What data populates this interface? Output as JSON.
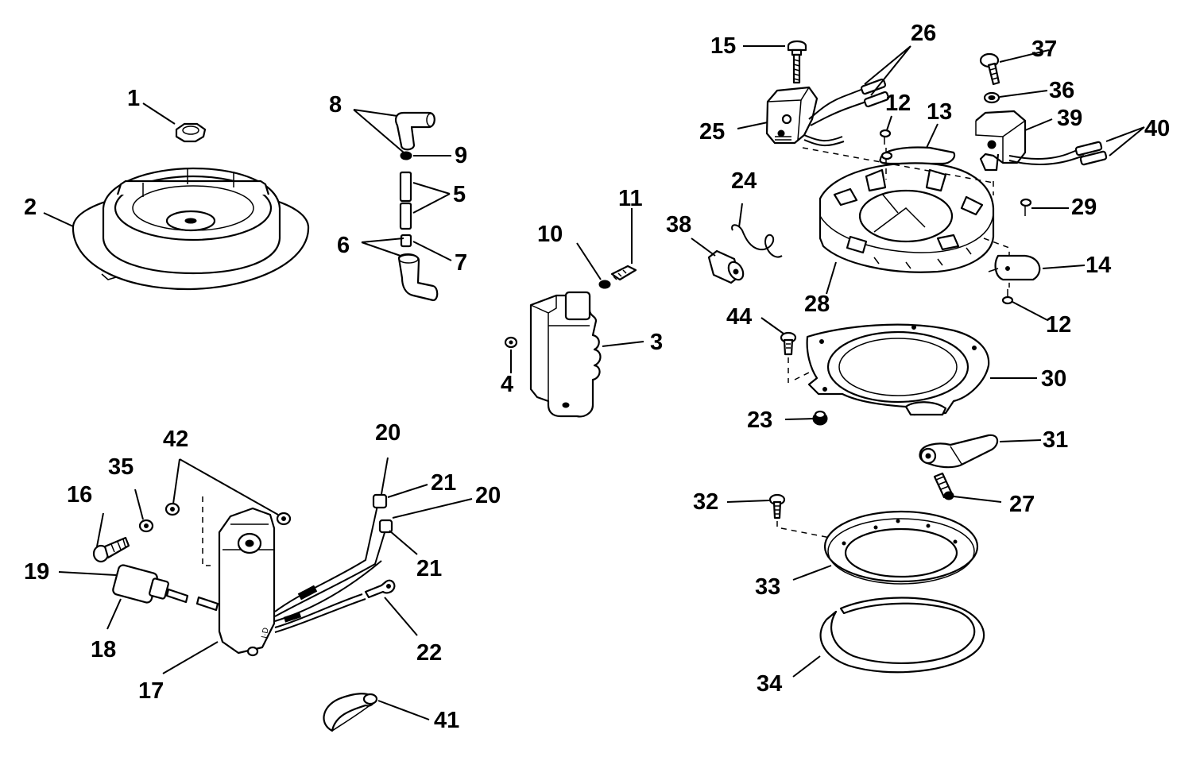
{
  "callouts": {
    "c1": "1",
    "c2": "2",
    "c3": "3",
    "c4": "4",
    "c5": "5",
    "c6": "6",
    "c7": "7",
    "c8": "8",
    "c9": "9",
    "c10": "10",
    "c11": "11",
    "c12a": "12",
    "c12b": "12",
    "c13": "13",
    "c14": "14",
    "c15": "15",
    "c16": "16",
    "c17": "17",
    "c18": "18",
    "c19": "19",
    "c20a": "20",
    "c20b": "20",
    "c21a": "21",
    "c21b": "21",
    "c22": "22",
    "c23": "23",
    "c24": "24",
    "c25": "25",
    "c26": "26",
    "c27": "27",
    "c28": "28",
    "c29": "29",
    "c30": "30",
    "c31": "31",
    "c32": "32",
    "c33": "33",
    "c34": "34",
    "c35": "35",
    "c36": "36",
    "c37": "37",
    "c38": "38",
    "c39": "39",
    "c40": "40",
    "c41": "41",
    "c42": "42",
    "c44": "44"
  }
}
